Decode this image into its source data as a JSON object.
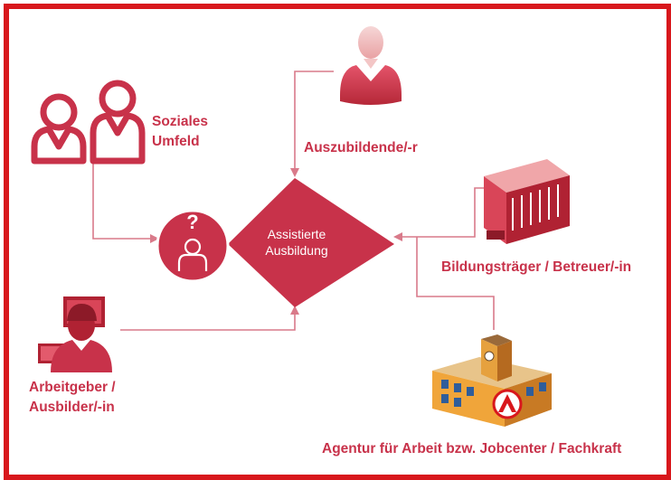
{
  "colors": {
    "frame": "#d8171c",
    "accent": "#c8324a",
    "flow_line": "#d97a8a"
  },
  "nodes": {
    "center": {
      "line1": "Assistierte",
      "line2": "Ausbildung"
    },
    "question_mark": "?",
    "social": {
      "line1": "Soziales",
      "line2": "Umfeld",
      "icon": "two-persons-outline-icon"
    },
    "trainee": {
      "label": "Auszubildende/-r",
      "icon": "person-icon"
    },
    "education": {
      "label": "Bildungsträger / Betreuer/-in",
      "icon": "building-columns-icon"
    },
    "employer": {
      "line1": "Arbeitgeber /",
      "line2": "Ausbilder/-in",
      "icon": "worker-with-screens-icon"
    },
    "agency": {
      "label": "Agentur für Arbeit bzw. Jobcenter / Fachkraft",
      "icon": "agency-building-icon"
    }
  }
}
